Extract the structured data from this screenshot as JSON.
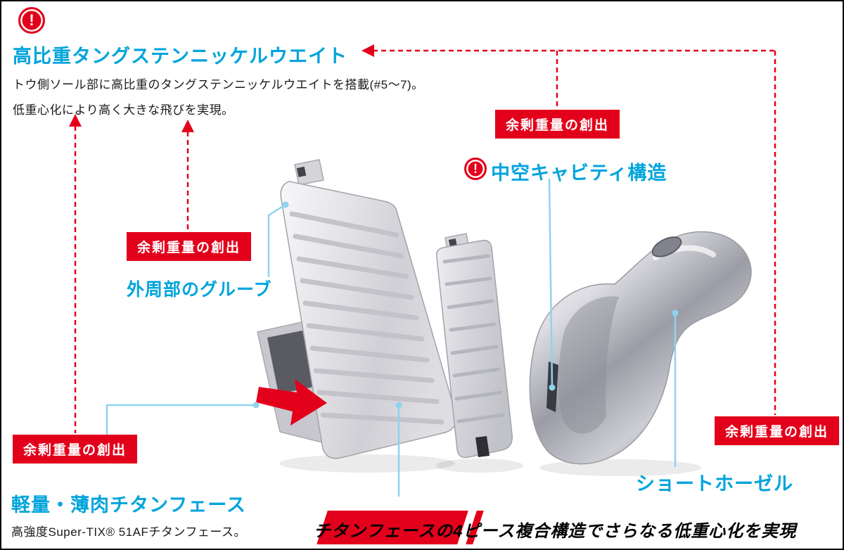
{
  "colors": {
    "accent_blue": "#00a4dc",
    "accent_red": "#e3001b",
    "connector_blue": "#8fd3ef"
  },
  "icons": {
    "alert": "!"
  },
  "tungsten": {
    "title": "高比重タングステンニッケルウエイト",
    "desc1": "トウ側ソール部に高比重のタングステンニッケルウエイトを搭載(#5～7)。",
    "desc2": "低重心化により高く大きな飛びを実現。"
  },
  "labels": {
    "surplus": "余剰重量の創出",
    "hollow_cavity": "中空キャビティ構造",
    "perimeter_groove": "外周部のグルーブ",
    "titanium_face": "軽量・薄肉チタンフェース",
    "titanium_face_desc": "高強度Super-TIX® 51AFチタンフェース。",
    "short_hosel": "ショートホーゼル",
    "banner": "チタンフェースの4ピース複合構造でさらなる低重心化を実現"
  }
}
